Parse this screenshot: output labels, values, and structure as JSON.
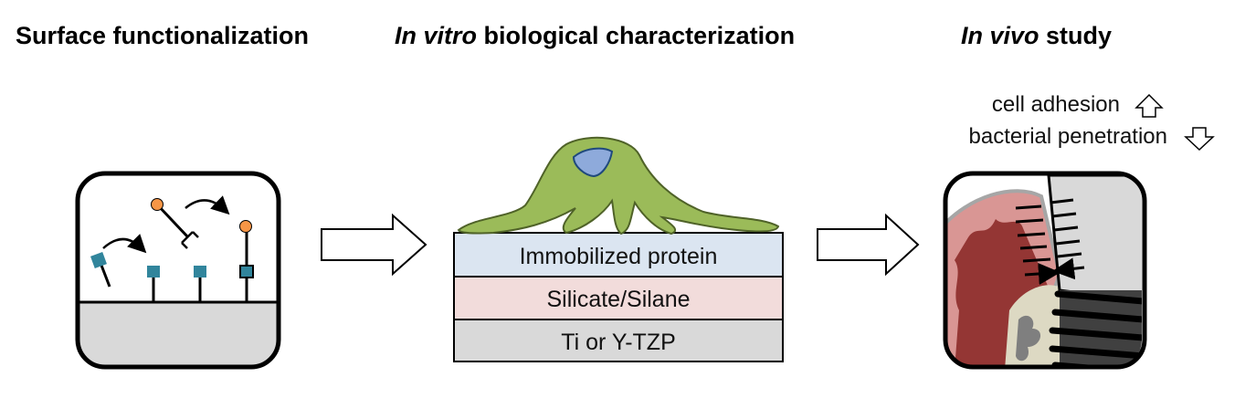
{
  "headings": {
    "surface": "Surface functionalization",
    "in_vitro_italic": "In vitro",
    "in_vitro_rest": " biological characterization",
    "in_vivo_italic": "In vivo",
    "in_vivo_rest": " study"
  },
  "layers": {
    "protein": "Immobilized protein",
    "silane": "Silicate/Silane",
    "substrate": "Ti or Y-TZP"
  },
  "outcomes": {
    "adhesion": "cell adhesion",
    "penetration": "bacterial penetration"
  },
  "colors": {
    "teal": "#31859c",
    "orange": "#f79646",
    "cell_green": "#9bbb59",
    "nucleus": "#8eaadb",
    "protein_layer": "#dbe5f1",
    "silane_layer": "#f2dcdb",
    "substrate_layer": "#d9d9d9",
    "gingiva": "#d99694",
    "tissue_dark": "#943634"
  }
}
